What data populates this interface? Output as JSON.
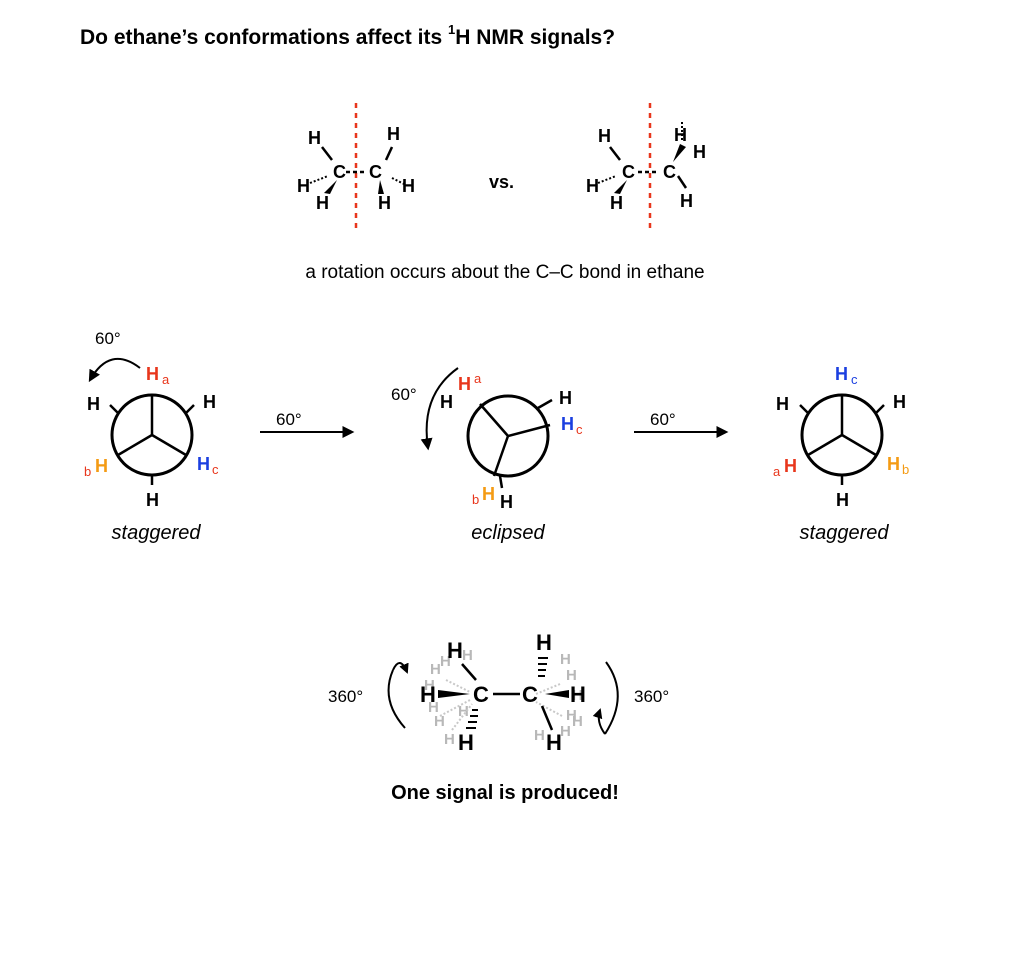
{
  "title_main": "Do ethane’s conformations affect its ",
  "title_sup": "1",
  "title_end": "H NMR signals?",
  "atoms": {
    "H": "H",
    "C": "C"
  },
  "vs": "vs.",
  "caption": "a rotation occurs about the C–C bond in ethane",
  "angle_60": "60°",
  "angle_360": "360°",
  "subscripts": {
    "a": "a",
    "b": "b",
    "c": "c"
  },
  "conformations": [
    "staggered",
    "eclipsed",
    "staggered"
  ],
  "footer": "One signal is produced!",
  "colors": {
    "Ha": "#e8361c",
    "Hb": "#f49b14",
    "Hc": "#1b3fe0",
    "dashed_line": "#e8361c",
    "ghost": "#b8b8b8"
  }
}
